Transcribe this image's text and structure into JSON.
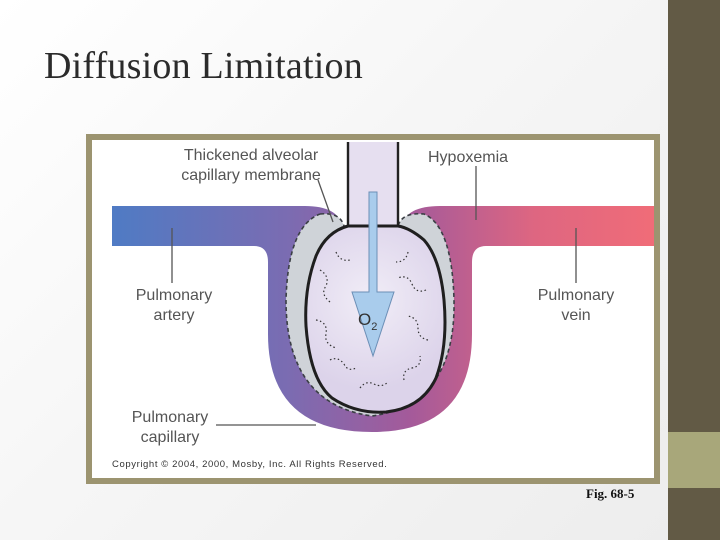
{
  "slide": {
    "title": "Diffusion Limitation",
    "caption": "Fig. 68-5"
  },
  "figure": {
    "labels": {
      "thickened_membrane_line1": "Thickened alveolar",
      "thickened_membrane_line2": "capillary membrane",
      "hypoxemia": "Hypoxemia",
      "pulmonary_artery_line1": "Pulmonary",
      "pulmonary_artery_line2": "artery",
      "pulmonary_vein_line1": "Pulmonary",
      "pulmonary_vein_line2": "vein",
      "pulmonary_capillary_line1": "Pulmonary",
      "pulmonary_capillary_line2": "capillary",
      "oxygen": "O",
      "oxygen_subscript": "2"
    },
    "copyright": "Copyright © 2004, 2000, Mosby, Inc. All Rights Reserved."
  },
  "colors": {
    "artery_blue": "#4f7bc4",
    "vein_red": "#ee6a78",
    "alveolus_fill": "#e5def0",
    "membrane_fill": "#cfd3d8",
    "side_bar": "#625a45",
    "side_accent": "#a8a77a",
    "frame": "#9c9470",
    "arrow": "#a9ccec"
  }
}
